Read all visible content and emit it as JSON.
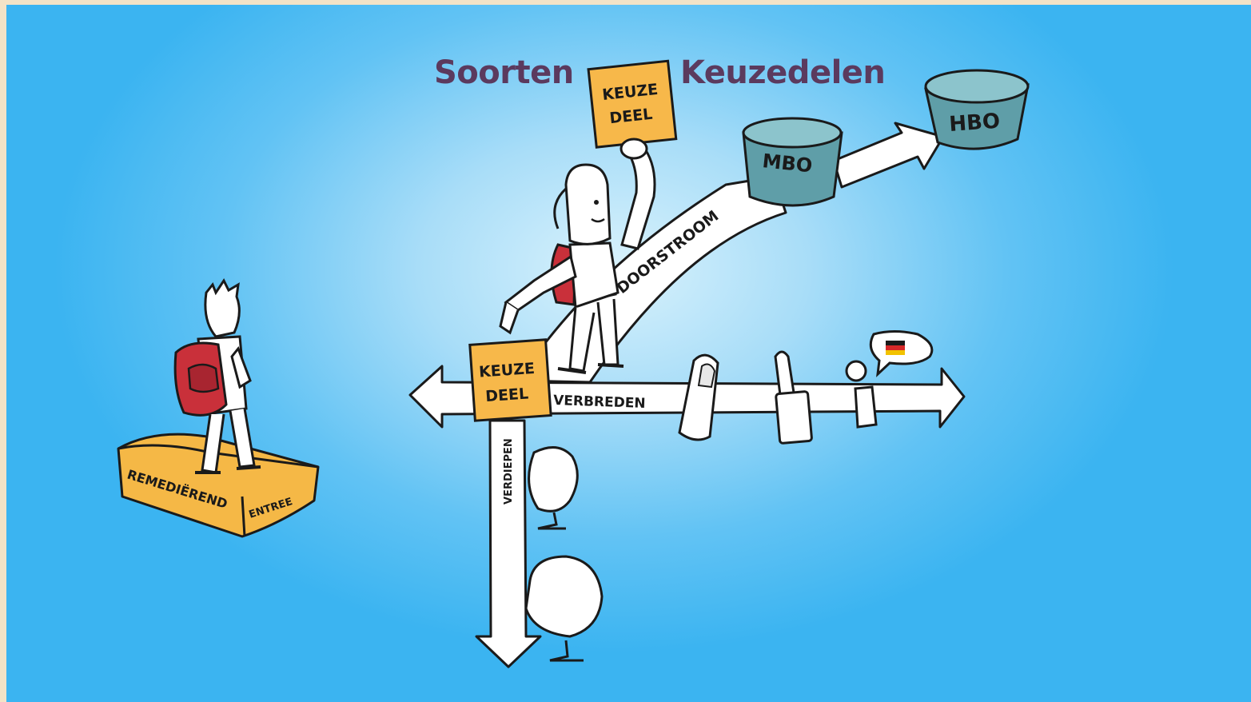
{
  "title": {
    "left": "Soorten",
    "right": "Keuzedelen"
  },
  "labels": {
    "keuze_top": "KEUZE",
    "deel_top": "DEEL",
    "keuze_mid": "KEUZE",
    "deel_mid": "DEEL",
    "mbo": "MBO",
    "hbo": "HBO",
    "doorstroom": "DOORSTROOM",
    "verbreden": "VERBREDEN",
    "verdiepen": "VERDIEPEN",
    "remedierend": "REMEDIËREND",
    "entree": "ENTREE"
  },
  "colors": {
    "background_center": "#d9f2fc",
    "background_edge": "#3bb4f1",
    "title": "#5b3a5e",
    "keuzedeel": "#f7b84a",
    "bucket": "#5f9ea8",
    "backpack": "#c9303a",
    "platform": "#f5b846"
  }
}
